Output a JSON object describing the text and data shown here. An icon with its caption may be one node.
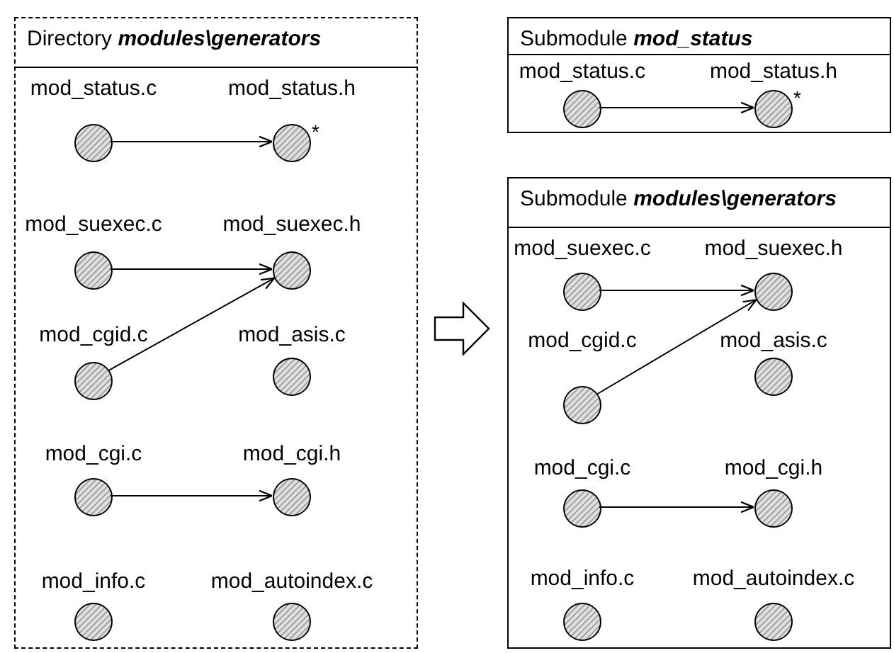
{
  "diagram": {
    "nodes": [
      {
        "text": [
          "Directory **modules\\generators**"
        ]
      },
      {
        "text": [
          "mod_status.c"
        ],
        "in": 0
      },
      {
        "text": [
          "mod_status.h"
        ],
        "in": 0,
        "beside": [
          "*"
        ]
      },
      {
        "text": [
          "mod_suexec.c"
        ],
        "in": 0
      },
      {
        "text": [
          "mod_suexec.h"
        ],
        "in": 0
      },
      {
        "text": [
          "mod_cgid.c"
        ],
        "in": 0
      },
      {
        "text": [
          "mod_asis.c"
        ],
        "in": 0
      },
      {
        "text": [
          "mod_cgi.c"
        ],
        "in": 0
      },
      {
        "text": [
          "mod_cgi.h"
        ],
        "in": 0
      },
      {
        "text": [
          "mod_info.c"
        ],
        "in": 0
      },
      {
        "text": [
          "mod_autoindex.c"
        ],
        "in": 0
      },
      {
        "text": [
          "Submodule **mod_status**"
        ]
      },
      {
        "text": [
          "mod_status.c"
        ],
        "in": 11
      },
      {
        "text": [
          "mod_status.h"
        ],
        "in": 11,
        "beside": [
          "*"
        ]
      },
      {
        "text": [
          "Submodule **modules\\generators**"
        ]
      },
      {
        "text": [
          "mod_suexec.c"
        ],
        "in": 14
      },
      {
        "text": [
          "mod_suexec.h"
        ],
        "in": 14
      },
      {
        "text": [
          "mod_cgid.c"
        ],
        "in": 14
      },
      {
        "text": [
          "mod_asis.c"
        ],
        "in": 14
      },
      {
        "text": [
          "mod_cgi.c"
        ],
        "in": 14
      },
      {
        "text": [
          "mod_cgi.h"
        ],
        "in": 14
      },
      {
        "text": [
          "mod_info.c"
        ],
        "in": 14
      },
      {
        "text": [
          "mod_autoindex.c"
        ],
        "in": 14
      }
    ],
    "edges": [
      {
        "from": 1,
        "to": 2,
        "arrow": "to"
      },
      {
        "from": 3,
        "to": 4,
        "arrow": "to"
      },
      {
        "from": 5,
        "to": 4,
        "arrow": "to"
      },
      {
        "from": 7,
        "to": 8,
        "arrow": "to"
      },
      {
        "from": 12,
        "to": 13,
        "arrow": "to"
      },
      {
        "from": 15,
        "to": 16,
        "arrow": "to"
      },
      {
        "from": 17,
        "to": 16,
        "arrow": "to"
      },
      {
        "from": 19,
        "to": 20,
        "arrow": "to"
      },
      {
        "from": 0,
        "to": null,
        "arrow": "to"
      }
    ]
  }
}
